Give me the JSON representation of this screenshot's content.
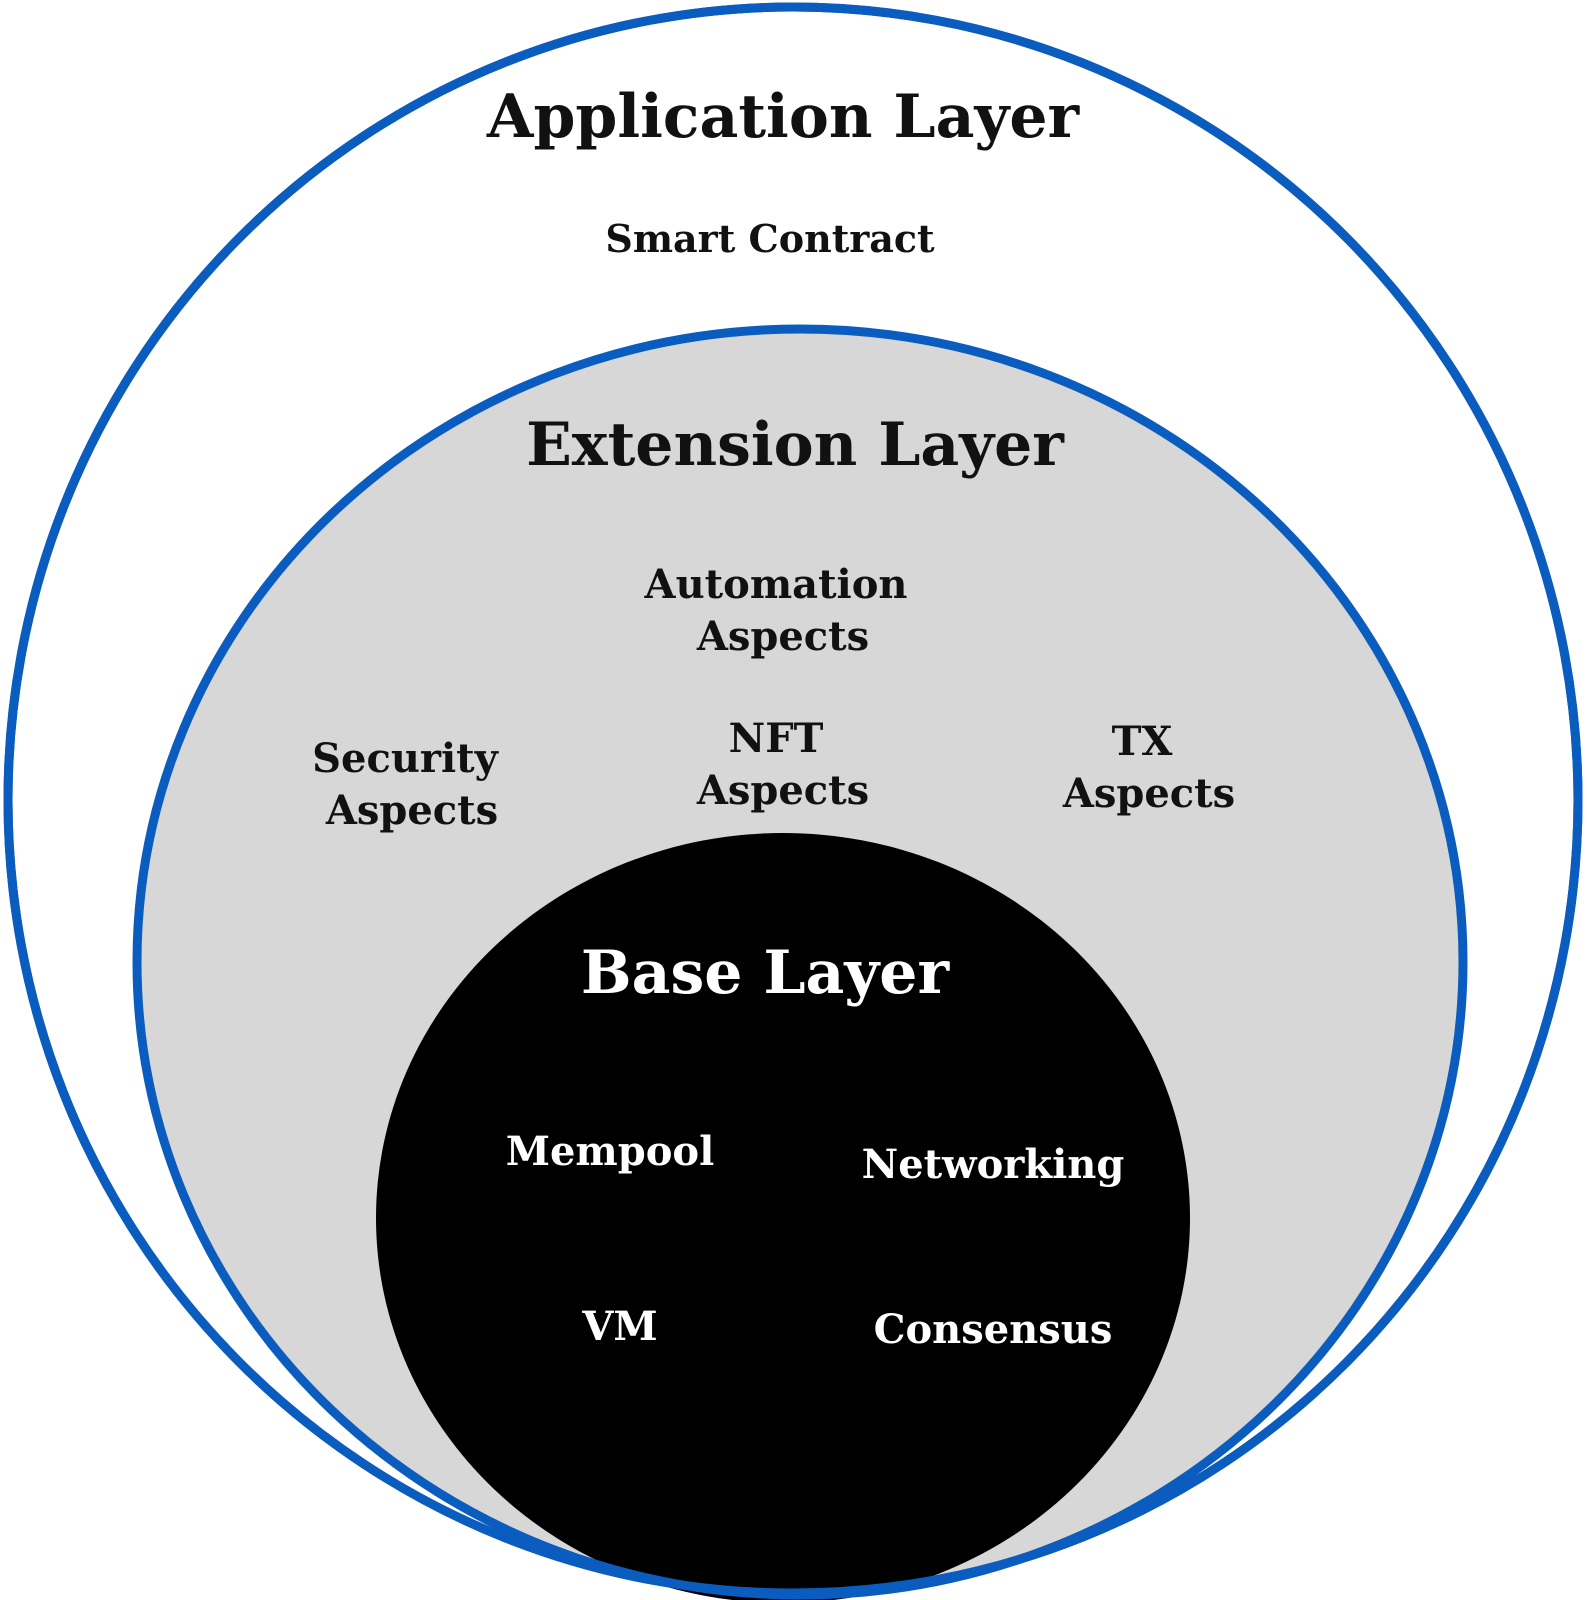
{
  "colors": {
    "ring_stroke": "#0a5dbf",
    "extension_fill": "#d7d7d8",
    "base_fill": "#000000",
    "text_dark": "#111111",
    "text_light": "#ffffff",
    "background": "#ffffff"
  },
  "layers": {
    "application": {
      "title": "Application Layer",
      "items": [
        "Smart Contract"
      ]
    },
    "extension": {
      "title": "Extension Layer",
      "items": [
        [
          "Automation",
          "Aspects"
        ],
        [
          "Security",
          "Aspects"
        ],
        [
          "NFT",
          "Aspects"
        ],
        [
          "TX",
          "Aspects"
        ]
      ]
    },
    "base": {
      "title": "Base Layer",
      "items": [
        "Mempool",
        "Networking",
        "VM",
        "Consensus"
      ]
    }
  }
}
